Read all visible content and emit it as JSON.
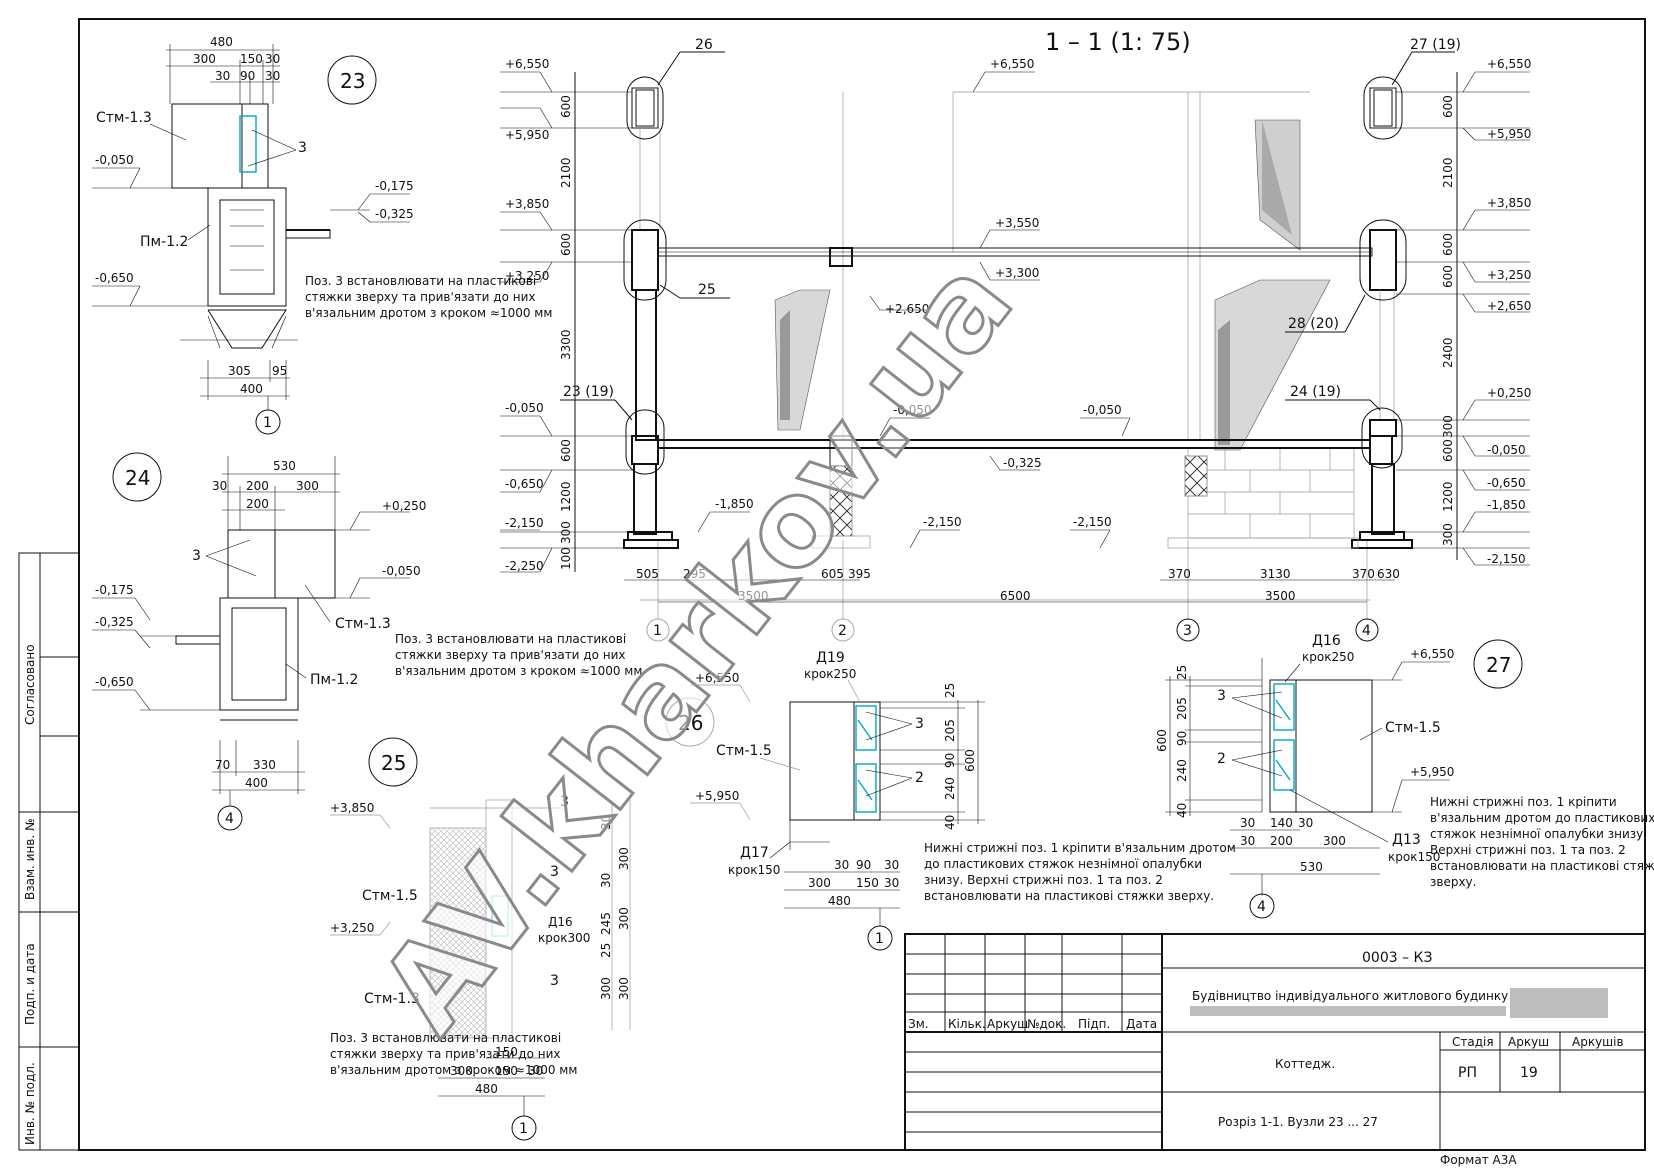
{
  "sheet": {
    "section_title": "1 – 1 (1: 75)",
    "format": "Формат А3А",
    "watermark": "AV.kharkov.ua"
  },
  "side_stamp": {
    "approved": "Согласовано",
    "swap_inv": "Взам. инв. №",
    "sign_date": "Подп. и дата",
    "inv_orig": "Инв. № подл."
  },
  "title_block": {
    "code": "0003 – КЗ",
    "project": "Будівництво індивідуального житлового будинку по вул.",
    "object": "Коттедж.",
    "sheet_name": "Розріз 1-1. Вузли 23 ... 27",
    "headers": [
      "Зм.",
      "Кільк.",
      "Аркуш",
      "№док.",
      "Підп.",
      "Дата"
    ],
    "stage_label": "Стадія",
    "sheet_label": "Аркуш",
    "sheets_label": "Аркушів",
    "stage": "РП",
    "sheet_no": "19",
    "sheets_total": ""
  },
  "section": {
    "left_levels": [
      "+6,550",
      "+5,950",
      "+3,850",
      "+3,250",
      "-0,050",
      "-0,650",
      "-2,150",
      "-2,250"
    ],
    "left_dims": [
      "600",
      "2100",
      "600",
      "3300",
      "600",
      "1200",
      "300",
      "100"
    ],
    "right_levels": [
      "+6,550",
      "+5,950",
      "+3,850",
      "+3,250",
      "+2,650",
      "+0,250",
      "-0,050",
      "-0,650",
      "-1,850",
      "-2,150"
    ],
    "right_dims": [
      "600",
      "2100",
      "600",
      "600",
      "2400",
      "300",
      "600",
      "1200",
      "300"
    ],
    "inner_levels": [
      "+6,550",
      "+3,550",
      "+3,300",
      "+2,650",
      "-0,050",
      "-0,050",
      "-0,325",
      "-1,850",
      "-2,150",
      "-2,150"
    ],
    "node_refs": [
      "26",
      "27 (19)",
      "25",
      "28 (20)",
      "23 (19)",
      "24 (19)"
    ],
    "bottom_dims": [
      "505",
      "295",
      "605",
      "395",
      "370",
      "3130",
      "370",
      "630"
    ],
    "spans": [
      "3500",
      "6500",
      "3500"
    ],
    "axes": [
      "1",
      "2",
      "3",
      "4"
    ]
  },
  "node23": {
    "num": "23",
    "top_dims": [
      "480",
      "300",
      "150",
      "30",
      "30",
      "90",
      "30"
    ],
    "labels": [
      "Стм-1.3",
      "Пм-1.2",
      "3"
    ],
    "levels": [
      "-0,050",
      "-0,175",
      "-0,325",
      "-0,650"
    ],
    "bottom_dims": [
      "305",
      "95",
      "400"
    ],
    "axis": "1",
    "note": [
      "Поз. 3 встановлювати на пластикові",
      "стяжки зверху та прив'язати до них",
      "в'язальним дротом з кроком ≈1000 мм"
    ]
  },
  "node24": {
    "num": "24",
    "top_dims": [
      "530",
      "30",
      "200",
      "300",
      "200"
    ],
    "labels": [
      "3",
      "Стм-1.3",
      "Пм-1.2"
    ],
    "levels": [
      "+0,250",
      "-0,050",
      "-0,175",
      "-0,325",
      "-0,650"
    ],
    "bottom_dims": [
      "70",
      "330",
      "400"
    ],
    "axis": "4",
    "note": [
      "Поз. 3 встановлювати на пластикові",
      "стяжки зверху та прив'язати до них",
      "в'язальним дротом з кроком ≈1000 мм"
    ]
  },
  "node25": {
    "num": "25",
    "labels": [
      "3",
      "3",
      "3",
      "Стм-1.5",
      "Стм-1.3",
      "Д16",
      "крок300"
    ],
    "levels": [
      "+3,850",
      "+3,250"
    ],
    "right_dims": [
      "30",
      "300",
      "30",
      "300",
      "245",
      "25",
      "300",
      "300"
    ],
    "bottom_dims": [
      "150",
      "300",
      "150",
      "30",
      "480"
    ],
    "axis": "1",
    "note": [
      "Поз. 3 встановлювати на пластикові",
      "стяжки зверху та прив'язати до них",
      "в'язальним дротом з кроком ≈1000 мм"
    ]
  },
  "node26": {
    "num": "26",
    "labels": [
      "Д19",
      "крок250",
      "Стм-1.5",
      "3",
      "2",
      "Д17",
      "крок150"
    ],
    "levels": [
      "+6,550",
      "+5,950"
    ],
    "right_dims": [
      "25",
      "205",
      "90",
      "240",
      "40",
      "600"
    ],
    "bottom_dims": [
      "30",
      "90",
      "30",
      "300",
      "150",
      "30",
      "480"
    ],
    "axis": "1",
    "note": [
      "Нижні стрижні поз. 1 кріпити в'язальним дротом",
      "до пластикових стяжок незнімної опалубки",
      "знизу. Верхні стрижні поз. 1 та поз. 2",
      "встановлювати на пластикові стяжки зверху."
    ]
  },
  "node27": {
    "num": "27",
    "labels": [
      "Д16",
      "крок250",
      "3",
      "2",
      "Стм-1.5",
      "Д13",
      "крок150"
    ],
    "levels": [
      "+6,550",
      "+5,950"
    ],
    "left_dims": [
      "25",
      "205",
      "90",
      "240",
      "40",
      "600"
    ],
    "bottom_dims": [
      "30",
      "140",
      "30",
      "30",
      "200",
      "300",
      "530"
    ],
    "axis": "4",
    "note": [
      "Нижні стрижні поз. 1 кріпити",
      "в'язальним дротом до пластикових",
      "стяжок незнімної опалубки знизу.",
      "Верхні стрижні поз. 1 та поз. 2",
      "встановлювати на пластикові стяжки",
      "зверху."
    ]
  }
}
